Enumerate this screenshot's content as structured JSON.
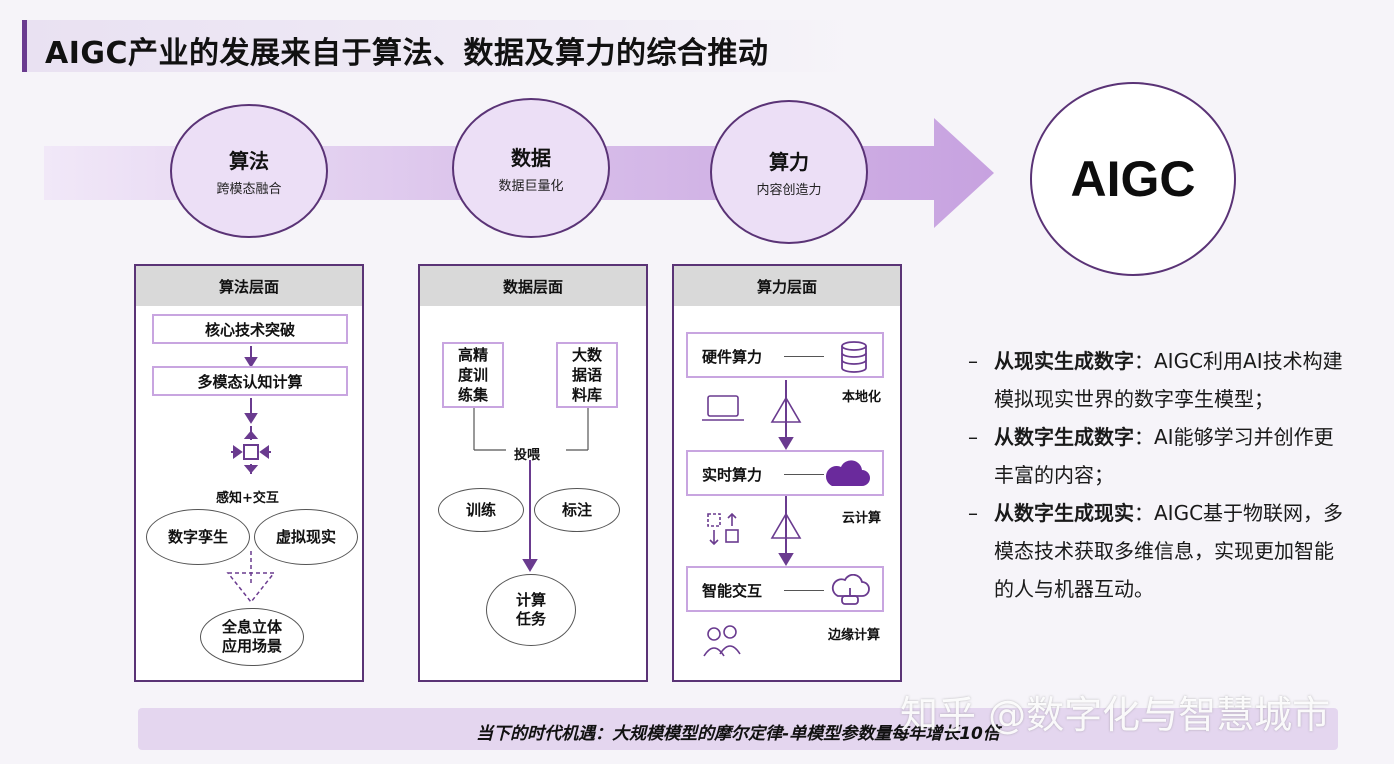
{
  "title": "AIGC产业的发展来自于算法、数据及算力的综合推动",
  "drivers": [
    {
      "title": "算法",
      "subtitle": "跨模态融合"
    },
    {
      "title": "数据",
      "subtitle": "数据巨量化"
    },
    {
      "title": "算力",
      "subtitle": "内容创造力"
    }
  ],
  "result": "AIGC",
  "algorithm_panel": {
    "header": "算法层面",
    "step1": "核心技术突破",
    "step2": "多模态认知计算",
    "interaction": "感知+交互",
    "oval_left": "数字孪生",
    "oval_right": "虚拟现实",
    "scene_line1": "全息立体",
    "scene_line2": "应用场景"
  },
  "data_panel": {
    "header": "数据层面",
    "left_box": [
      "高精",
      "度训",
      "练集"
    ],
    "right_box": [
      "大数",
      "据语",
      "料库"
    ],
    "feed": "投喂",
    "train": "训练",
    "label": "标注",
    "task_line1": "计算",
    "task_line2": "任务"
  },
  "compute_panel": {
    "header": "算力层面",
    "rows": [
      {
        "label": "硬件算力",
        "icon": "database-icon",
        "tag": "本地化"
      },
      {
        "label": "实时算力",
        "icon": "cloud-icon",
        "tag": "云计算"
      },
      {
        "label": "智能交互",
        "icon": "cloud-storage-icon",
        "tag": "边缘计算"
      }
    ]
  },
  "bullets": [
    {
      "dash": "–",
      "bold": "从现实生成数字",
      "text": "：AIGC利用AI技术构建模拟现实世界的数字孪生模型；"
    },
    {
      "dash": "–",
      "bold": "从数字生成数字",
      "text": "：AI能够学习并创作更丰富的内容；"
    },
    {
      "dash": "–",
      "bold": "从数字生成现实",
      "text": "：AIGC基于物联网，多模态技术获取多维信息，实现更加智能的人与机器互动。"
    }
  ],
  "footer": "当下的时代机遇：大规模模型的摩尔定律-单模型参数量每年增长10倍",
  "watermark": "知乎 @数字化与智慧城市",
  "colors": {
    "accent": "#5a3376",
    "light_purple": "#ecdff6",
    "box_border": "#c8a5e0",
    "footer_bg": "#e4d6ef"
  }
}
